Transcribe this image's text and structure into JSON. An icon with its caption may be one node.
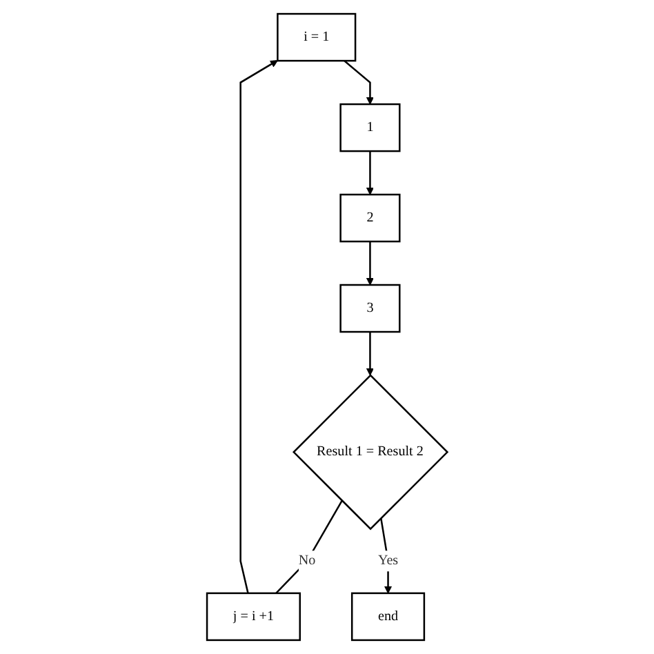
{
  "diagram": {
    "nodes": [
      {
        "text": [
          "i = 1"
        ]
      },
      {
        "text": [
          "1"
        ]
      },
      {
        "text": [
          "2"
        ]
      },
      {
        "text": [
          "3"
        ]
      },
      {
        "text": [
          "Result 1 = Result 2"
        ]
      },
      {
        "text": [
          "j = i +1"
        ]
      },
      {
        "text": [
          "end"
        ]
      }
    ],
    "edges": [
      {
        "from": 0,
        "to": 1,
        "arrow": "to"
      },
      {
        "from": 1,
        "to": 2,
        "arrow": "to"
      },
      {
        "from": 2,
        "to": 3,
        "arrow": "to"
      },
      {
        "from": 3,
        "to": 4,
        "arrow": "to"
      },
      {
        "from": 4,
        "to": 5,
        "label": "No",
        "arrow": "none"
      },
      {
        "from": 5,
        "to": 0,
        "arrow": "to"
      },
      {
        "from": 4,
        "to": 6,
        "label": "Yes",
        "arrow": "to"
      }
    ]
  }
}
